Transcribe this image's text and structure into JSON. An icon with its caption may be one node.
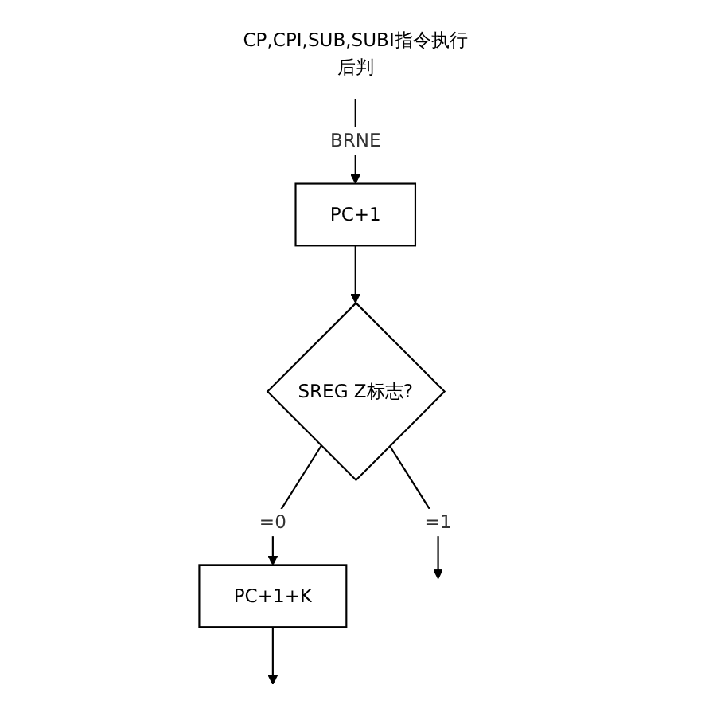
{
  "diagram": {
    "nodes": [
      {
        "text": [
          "CP,CPI,SUB,SUBI指令执行后判"
        ]
      },
      {
        "text": [
          "PC+1"
        ]
      },
      {
        "text": [
          "SREG Z标志?"
        ]
      },
      {
        "text": [
          "PC+1+K"
        ]
      }
    ],
    "edges": [
      {
        "from": 0,
        "to": 1,
        "arrow": "to",
        "label": "BRNE"
      },
      {
        "from": 1,
        "to": 2,
        "arrow": "to"
      },
      {
        "from": 2,
        "to": 3,
        "arrow": "to",
        "label": "=0"
      },
      {
        "from": 2,
        "to": null,
        "arrow": "to",
        "label": "=1"
      },
      {
        "from": 3,
        "to": null,
        "arrow": "to"
      }
    ]
  }
}
